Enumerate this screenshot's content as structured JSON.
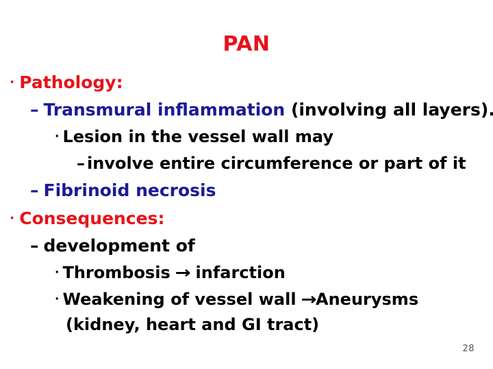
{
  "slide": {
    "title": "PAN",
    "title_color": "#e8121a",
    "background_color": "#ffffff",
    "page_number": "28"
  },
  "colors": {
    "heading_red": "#e8121a",
    "term_blue": "#1a1a96",
    "body_black": "#000000",
    "page_number_gray": "#555555"
  },
  "markers": {
    "bullet": "·",
    "dash": "–",
    "arrow": "→"
  },
  "content": {
    "lines": [
      {
        "id": "pathology-heading",
        "level": 1,
        "marker": "·",
        "text": "Pathology:",
        "color": "#e8121a"
      },
      {
        "id": "transmural-inflammation",
        "level": 2,
        "marker": "–",
        "text_blue": "Transmural inflammation",
        "text_black": " (involving all layers)."
      },
      {
        "id": "lesion-vessel-wall",
        "level": 3,
        "marker": "·",
        "text": "Lesion in the vessel wall may",
        "color": "#000000"
      },
      {
        "id": "involve-circumference",
        "level": 4,
        "marker": "–",
        "text": "involve entire circumference or part of it",
        "color": "#000000"
      },
      {
        "id": "fibrinoid-necrosis",
        "level": 2,
        "marker": "–",
        "text": "Fibrinoid necrosis",
        "color": "#1a1a96"
      },
      {
        "id": "consequences-heading",
        "level": 1,
        "marker": "·",
        "text": "Consequences:",
        "color": "#e8121a"
      },
      {
        "id": "development-of",
        "level": 2,
        "marker": "–",
        "text": "development of",
        "color": "#000000"
      },
      {
        "id": "thrombosis-infarction",
        "level": 3,
        "marker": "·",
        "text_before": "Thrombosis ",
        "arrow": "→",
        "text_after": " infarction",
        "color": "#000000"
      },
      {
        "id": "weakening-aneurysms",
        "level": 3,
        "marker": "·",
        "text_before": "Weakening of vessel wall ",
        "arrow": "→",
        "text_after": "Aneurysms",
        "color": "#000000"
      },
      {
        "id": "organs-affected",
        "level": 3,
        "marker": "",
        "text": "(kidney, heart and GI tract)",
        "color": "#000000"
      }
    ]
  }
}
